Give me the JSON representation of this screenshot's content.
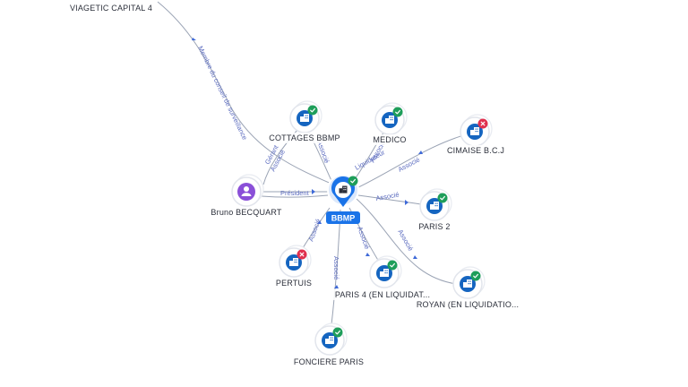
{
  "colors": {
    "company_node": "#1565c0",
    "person_node": "#8a4fd8",
    "center_label": "#1a73e8",
    "status_active": "#1e9e5a",
    "status_closed": "#e0304e",
    "edge": "#9aa3b4",
    "edge_label": "#5b6bbf"
  },
  "center": {
    "id": "bbmp",
    "label": "BBMP",
    "icon": "building-icon",
    "status": "active"
  },
  "nodes": [
    {
      "id": "viagetic",
      "label": "VIAGETIC CAPITAL 4",
      "type": "company",
      "status": "none"
    },
    {
      "id": "cottages",
      "label": "COTTAGES BBMP",
      "type": "company",
      "status": "active"
    },
    {
      "id": "medico",
      "label": "MEDICO",
      "type": "company",
      "status": "active"
    },
    {
      "id": "cimaise",
      "label": "CIMAISE B.C.J",
      "type": "company",
      "status": "closed"
    },
    {
      "id": "bruno",
      "label": "Bruno BECQUART",
      "type": "person",
      "status": "none"
    },
    {
      "id": "paris2",
      "label": "PARIS 2",
      "type": "company",
      "status": "active"
    },
    {
      "id": "pertuis",
      "label": "PERTUIS",
      "type": "company",
      "status": "closed"
    },
    {
      "id": "paris4",
      "label": "PARIS 4 (EN LIQUIDAT...",
      "type": "company",
      "status": "active"
    },
    {
      "id": "royan",
      "label": "ROYAN (EN LIQUIDATIO...",
      "type": "company",
      "status": "active"
    },
    {
      "id": "fonciere",
      "label": "FONCIERE PARIS",
      "type": "company",
      "status": "active"
    }
  ],
  "edges": [
    {
      "id": "e-viagetic",
      "label": "Membre du conseil de surveillance"
    },
    {
      "id": "e-cottages-a",
      "label": "Associé"
    },
    {
      "id": "e-cottages-b",
      "label": "Gérant"
    },
    {
      "id": "e-cottages-c",
      "label": "Associé"
    },
    {
      "id": "e-bruno",
      "label": "Président"
    },
    {
      "id": "e-medico-a",
      "label": "Liquidateur"
    },
    {
      "id": "e-medico-b",
      "label": "Associé"
    },
    {
      "id": "e-cimaise",
      "label": "Associé"
    },
    {
      "id": "e-paris2",
      "label": "Associé"
    },
    {
      "id": "e-pertuis",
      "label": "Associé"
    },
    {
      "id": "e-paris4",
      "label": "Associé"
    },
    {
      "id": "e-royan",
      "label": "Associé"
    },
    {
      "id": "e-fonciere",
      "label": "Associé"
    }
  ]
}
